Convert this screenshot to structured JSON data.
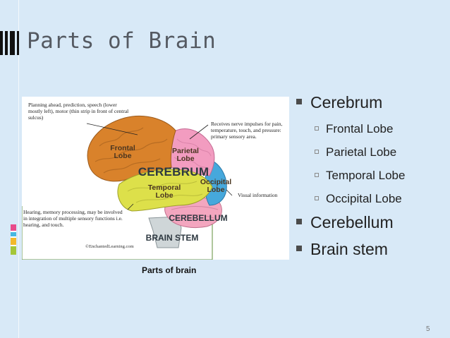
{
  "slide": {
    "title": "Parts of Brain",
    "page_number": "5",
    "caption": "Parts of brain"
  },
  "figure": {
    "notes": {
      "frontal": "Planning ahead, prediction, speech (lower mostly left), motor (thin strip in front of central sulcus)",
      "parietal": "Receives nerve impulses for pain, temperature, touch, and pressure: primary sensory area.",
      "occipital": "Visual information",
      "temporal": "Hearing, memory processing, may be involved in integration of multiple sensory functions i.e. hearing, and touch."
    },
    "labels": {
      "frontal": "Frontal Lobe",
      "parietal": "Parietal Lobe",
      "temporal": "Temporal Lobe",
      "occipital": "Occipital Lobe",
      "cerebrum": "CEREBRUM",
      "cerebellum": "CEREBELLUM",
      "brain_stem": "BRAIN STEM"
    },
    "copyright": "©EnchantedLearning.com",
    "colors": {
      "frontal": "#d9822b",
      "parietal": "#f29cc0",
      "temporal": "#dde04a",
      "occipital": "#46a8dc",
      "cerebellum": "#f3a6bf",
      "brain_stem": "#cfd6d8"
    }
  },
  "bullets": [
    {
      "text": "Cerebrum",
      "level": 1
    },
    {
      "text": "Frontal Lobe",
      "level": 2
    },
    {
      "text": "Parietal Lobe",
      "level": 2
    },
    {
      "text": "Temporal Lobe",
      "level": 2
    },
    {
      "text": "Occipital Lobe",
      "level": 2
    },
    {
      "text": "Cerebellum",
      "level": 1
    },
    {
      "text": "Brain stem",
      "level": 1
    }
  ],
  "accent_colors": [
    "#e84b8a",
    "#e84b8a",
    "#ffffff",
    "#46b8e0",
    "#ffffff",
    "#f2b92b",
    "#ffffff",
    "#a4c639"
  ]
}
